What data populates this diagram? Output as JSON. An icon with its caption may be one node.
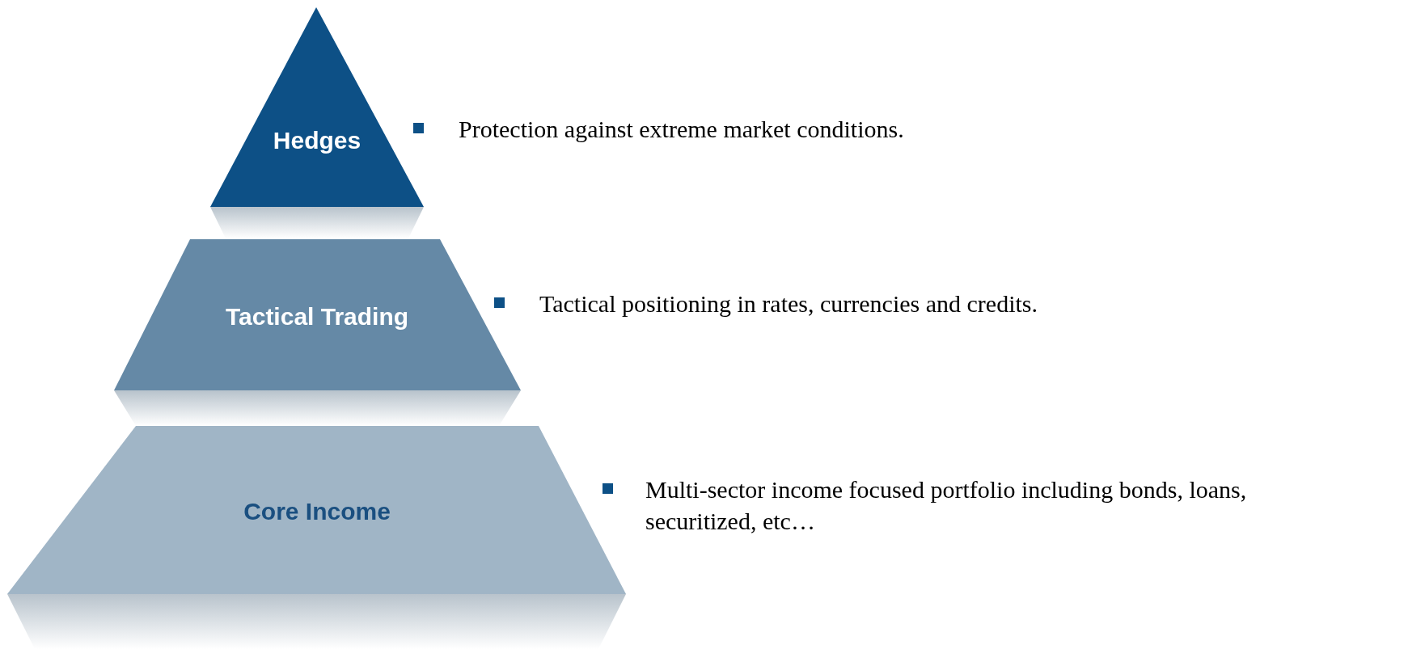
{
  "diagram": {
    "nodes": [
      {
        "text": [
          "Hedges"
        ],
        "beside": [
          "Protection against extreme market conditions."
        ]
      },
      {
        "text": [
          "Tactical Trading"
        ],
        "beside": [
          "Tactical positioning in rates, currencies and credits."
        ]
      },
      {
        "text": [
          "Core Income"
        ],
        "beside": [
          "Multi-sector income focused portfolio including bonds, loans, securitized, etc…"
        ]
      }
    ]
  }
}
